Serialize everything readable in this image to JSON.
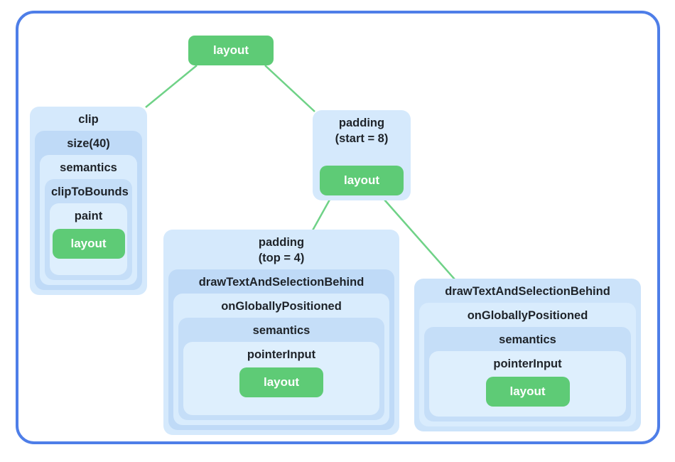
{
  "palette": {
    "frame_border_blue": "#4E7EE8",
    "edge_green": "#6FD287",
    "node_green": "#5ECB76",
    "blue_light": "#D5E9FC",
    "blue_medium": "#BFDAF7",
    "text_dark": "#1E2329",
    "text_on_green": "#FFFFFF"
  },
  "root_node": {
    "label": "layout"
  },
  "clip_chain": {
    "levels": [
      "clip",
      "size(40)",
      "semantics",
      "clipToBounds",
      "paint"
    ],
    "leaf": "layout"
  },
  "padding_start_chain": {
    "title_line1": "padding",
    "title_line2": "(start = 8)",
    "leaf": "layout"
  },
  "padding_top_chain": {
    "title_line1": "padding",
    "title_line2": "(top = 4)",
    "levels": [
      "drawTextAndSelectionBehind",
      "onGloballyPositioned",
      "semantics",
      "pointerInput"
    ],
    "leaf": "layout"
  },
  "draw_text_chain": {
    "levels": [
      "drawTextAndSelectionBehind",
      "onGloballyPositioned",
      "semantics",
      "pointerInput"
    ],
    "leaf": "layout"
  }
}
